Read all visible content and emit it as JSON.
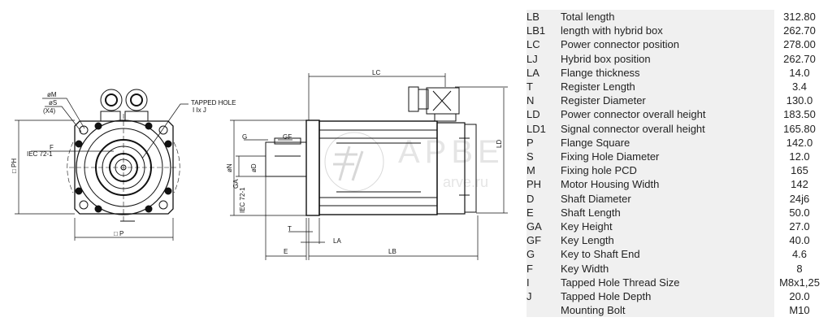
{
  "drawing": {
    "front_view_labels": {
      "dia_m": "øM",
      "dia_s": "øS",
      "count": "(X4)",
      "tapped_hole": "TAPPED HOLE",
      "tapped_hole_spec": "I Ix J",
      "f": "F",
      "iec": "IEC 72-1",
      "ph": "□ PH",
      "p": "□ P"
    },
    "side_view_labels": {
      "lc": "LC",
      "ld": "LD",
      "g": "G",
      "gf": "GF",
      "dia_d": "øD",
      "ga": "GA",
      "iec": "IEC 72-1",
      "dia_n": "øN",
      "t": "T",
      "la": "LA",
      "e": "E",
      "lb": "LB"
    },
    "watermark": {
      "brand": "APBE",
      "site": "arve.ru"
    }
  },
  "spec_table": [
    {
      "code": "LB",
      "name": "Total length",
      "value": "312.80"
    },
    {
      "code": "LB1",
      "name": "length with hybrid box",
      "value": "262.70"
    },
    {
      "code": "LC",
      "name": "Power connector position",
      "value": "278.00"
    },
    {
      "code": "LJ",
      "name": "Hybrid box position",
      "value": "262.70"
    },
    {
      "code": "LA",
      "name": "Flange thickness",
      "value": "14.0"
    },
    {
      "code": "T",
      "name": "Register Length",
      "value": "3.4"
    },
    {
      "code": "N",
      "name": "Register Diameter",
      "value": "130.0"
    },
    {
      "code": "LD",
      "name": "Power connector overall height",
      "value": "183.50"
    },
    {
      "code": "LD1",
      "name": "Signal connector overall height",
      "value": "165.80"
    },
    {
      "code": "P",
      "name": "Flange Square",
      "value": "142.0"
    },
    {
      "code": "S",
      "name": "Fixing Hole Diameter",
      "value": "12.0"
    },
    {
      "code": "M",
      "name": "Fixing hole PCD",
      "value": "165"
    },
    {
      "code": "PH",
      "name": "Motor Housing Width",
      "value": "142"
    },
    {
      "code": "D",
      "name": "Shaft Diameter",
      "value": "24j6"
    },
    {
      "code": "E",
      "name": "Shaft Length",
      "value": "50.0"
    },
    {
      "code": "GA",
      "name": "Key Height",
      "value": "27.0"
    },
    {
      "code": "GF",
      "name": "Key Length",
      "value": "40.0"
    },
    {
      "code": "G",
      "name": "Key to Shaft End",
      "value": "4.6"
    },
    {
      "code": "F",
      "name": "Key Width",
      "value": "8"
    },
    {
      "code": "I",
      "name": "Tapped Hole Thread Size",
      "value": "M8x1,25"
    },
    {
      "code": "J",
      "name": "Tapped Hole Depth",
      "value": "20.0"
    },
    {
      "code": "",
      "name": "Mounting Bolt",
      "value": "M10"
    }
  ]
}
